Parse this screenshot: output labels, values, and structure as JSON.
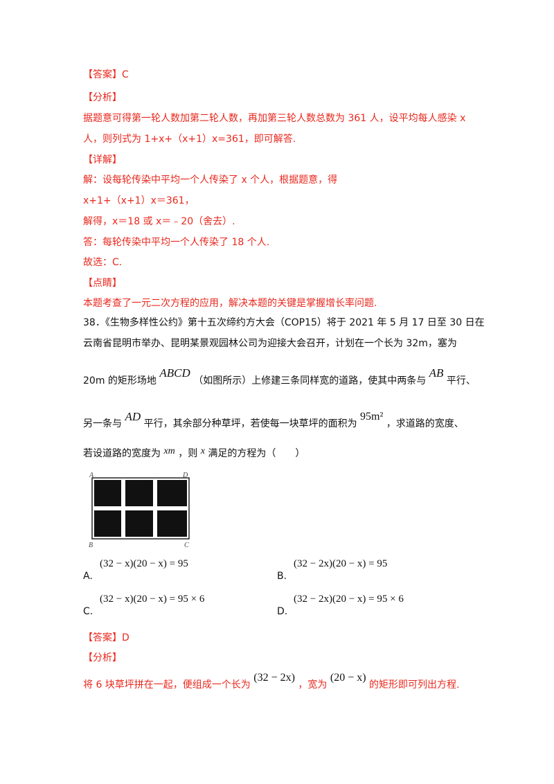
{
  "q37": {
    "answer": "【答案】C",
    "analysis_head": "【分析】",
    "analysis_1": "据题意可得第一轮人数加第二轮人数，再加第三轮人数总数为 361 人，设平均每人感染 x",
    "analysis_2": "人，则列式为 1+x+（x+1）x=361，即可解答.",
    "detail_head": "【详解】",
    "detail_1": "解：设每轮传染中平均一个人传染了 x 个人，根据题意，得",
    "detail_2": "x+1+（x+1）x＝361，",
    "detail_3": "解得，x＝18 或 x＝﹣20（舍去）.",
    "detail_4": "答：每轮传染中平均一个人传染了 18 个人.",
    "detail_5": "故选：C.",
    "comment_head": "【点睛】",
    "comment_1": "本题考查了一元二次方程的应用，解决本题的关键是掌握增长率问题."
  },
  "q38": {
    "line1": "38．《生物多样性公约》第十五次缔约方大会（COP15）将于 2021 年 5 月 17 日至 30 日在",
    "line2": "云南省昆明市举办、昆明某景观园林公司为迎接大会召开，计划在一个长为 32m，塞为",
    "line3_a": "20m 的矩形场地",
    "line3_math": "ABCD",
    "line3_b": "（如图所示）上修建三条同样宽的道路，使其中两条与",
    "line3_math2": "AB",
    "line3_c": "平行、",
    "line4_a": "另一条与",
    "line4_math": "AD",
    "line4_b": "平行，其余部分种草坪，若使每一块草坪的面积为",
    "line4_math2": "95m²",
    "line4_c": "，求道路的宽度、",
    "line5_a": "若设道路的宽度为",
    "line5_math": "xm",
    "line5_b": "，则",
    "line5_math2": "x",
    "line5_c": "满足的方程为（　　）",
    "figure_labels": {
      "A": "A",
      "D": "D",
      "B": "B",
      "C": "C"
    },
    "options": [
      {
        "label": "A.",
        "eq": "(32 − x)(20 − x) = 95"
      },
      {
        "label": "B.",
        "eq": "(32 − 2x)(20 − x) = 95"
      },
      {
        "label": "C.",
        "eq": "(32 − x)(20 − x) = 95 × 6"
      },
      {
        "label": "D.",
        "eq": "(32 − 2x)(20 − x) = 95 × 6"
      }
    ],
    "answer": "【答案】D",
    "analysis_head": "【分析】",
    "analysis_a": "将 6 块草坪拼在一起，便组成一个长为",
    "analysis_math1": "(32 − 2x)",
    "analysis_b": "，宽为",
    "analysis_math2": "(20 − x)",
    "analysis_c": "的矩形即可列出方程."
  }
}
